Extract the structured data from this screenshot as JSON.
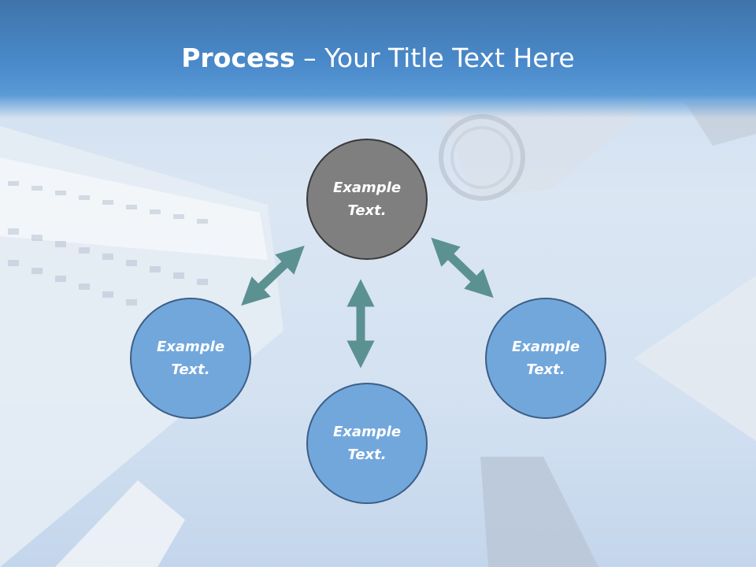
{
  "slide": {
    "title_bold": "Process",
    "title_rest": " – Your Title Text Here"
  },
  "nodes": {
    "top": "Example Text.",
    "left": "Example Text.",
    "bottom": "Example Text.",
    "right": "Example Text."
  },
  "colors": {
    "header": "#4a8acb",
    "node_gray": "#7f7f7f",
    "node_blue": "#72a7dc",
    "arrow": "#5b9191"
  }
}
